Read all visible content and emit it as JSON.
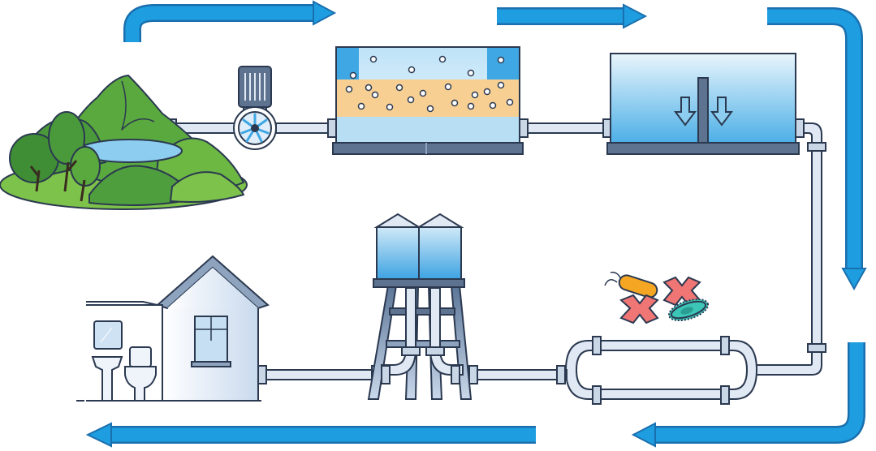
{
  "diagram": {
    "stages": [
      {
        "id": "source",
        "icon": "mountain-lake-icon"
      },
      {
        "id": "intake-pump",
        "icon": "pump-fan-icon"
      },
      {
        "id": "filtration",
        "icon": "sand-filter-tank-icon"
      },
      {
        "id": "sedimentation",
        "icon": "settling-tank-icon"
      },
      {
        "id": "disinfection",
        "icon": "bacteria-removal-icon"
      },
      {
        "id": "storage",
        "icon": "water-tower-icon"
      },
      {
        "id": "household",
        "icon": "house-icon"
      }
    ],
    "flow_arrows": [
      "arrow-top-1",
      "arrow-top-2",
      "arrow-right-down",
      "arrow-bottom-right",
      "arrow-bottom-left"
    ]
  },
  "colors": {
    "arrow": "#1e9ee0",
    "arrow_dark": "#1a6fae",
    "outline": "#2b3950",
    "water": "#8ccdf0",
    "water_deep": "#3fa7e3",
    "sand": "#f7cf92",
    "grass": "#7dc24a",
    "mountain": "#4a9a3c",
    "pipe": "#dfe8f3",
    "base": "#5d738f",
    "bacteria_orange": "#f5a623",
    "bacteria_teal": "#3cc6b8",
    "cross": "#f07575"
  }
}
